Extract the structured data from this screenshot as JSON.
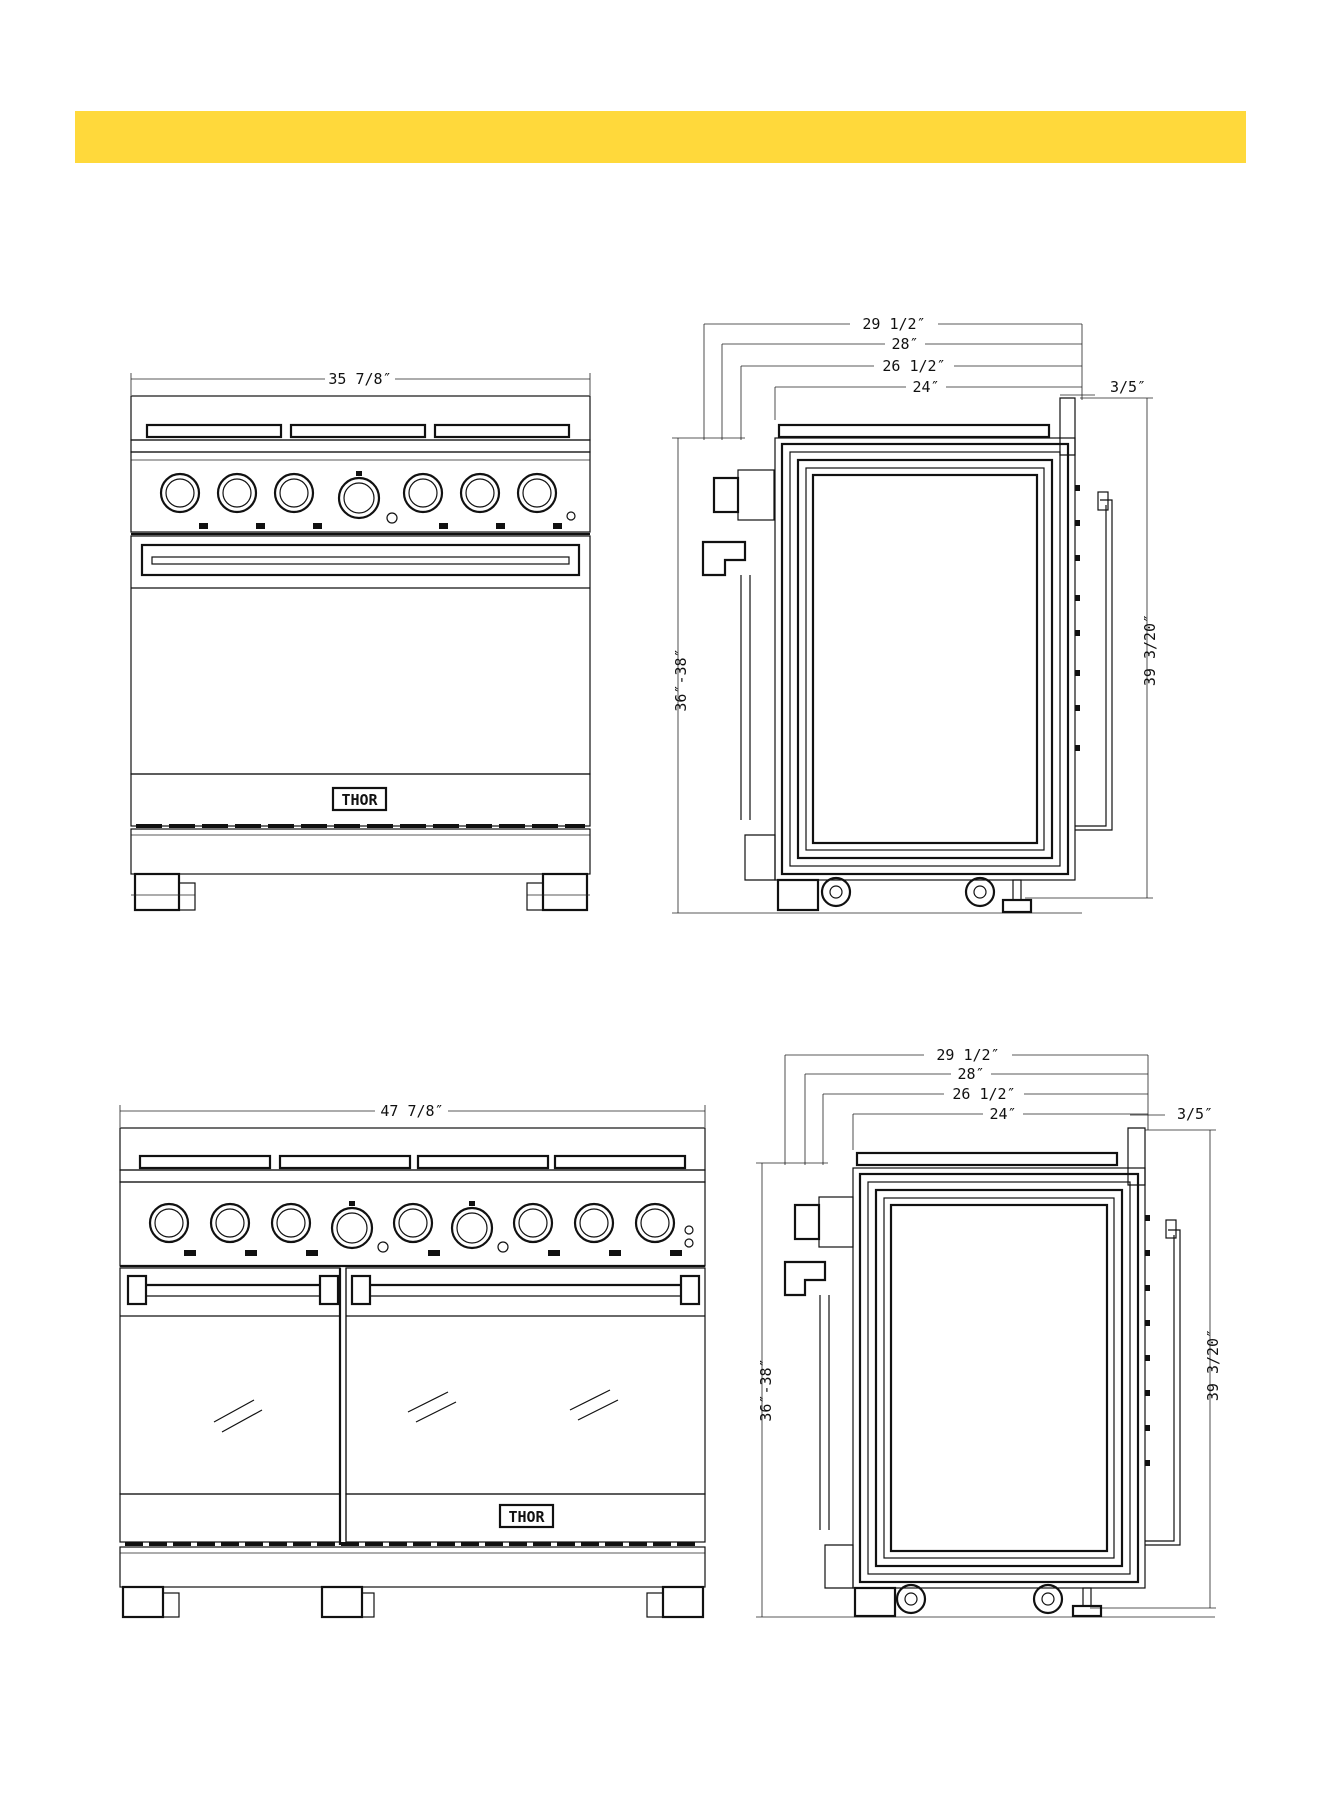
{
  "colors": {
    "banner": "#FFD93B",
    "line": "#111111"
  },
  "range36": {
    "front": {
      "width": "35 7/8″",
      "brand": "THOR"
    },
    "side": {
      "depth_total": "29 1/2″",
      "depth_28": "28″",
      "depth_26": "26 1/2″",
      "depth_24": "24″",
      "offset": "3/5″",
      "height_range": "36″-38″",
      "height_total": "39 3/20″"
    }
  },
  "range48": {
    "front": {
      "width": "47 7/8″",
      "brand": "THOR"
    },
    "side": {
      "depth_total": "29 1/2″",
      "depth_28": "28″",
      "depth_26": "26 1/2″",
      "depth_24": "24″",
      "offset": "3/5″",
      "height_range": "36″-38″",
      "height_total": "39 3/20″"
    }
  }
}
